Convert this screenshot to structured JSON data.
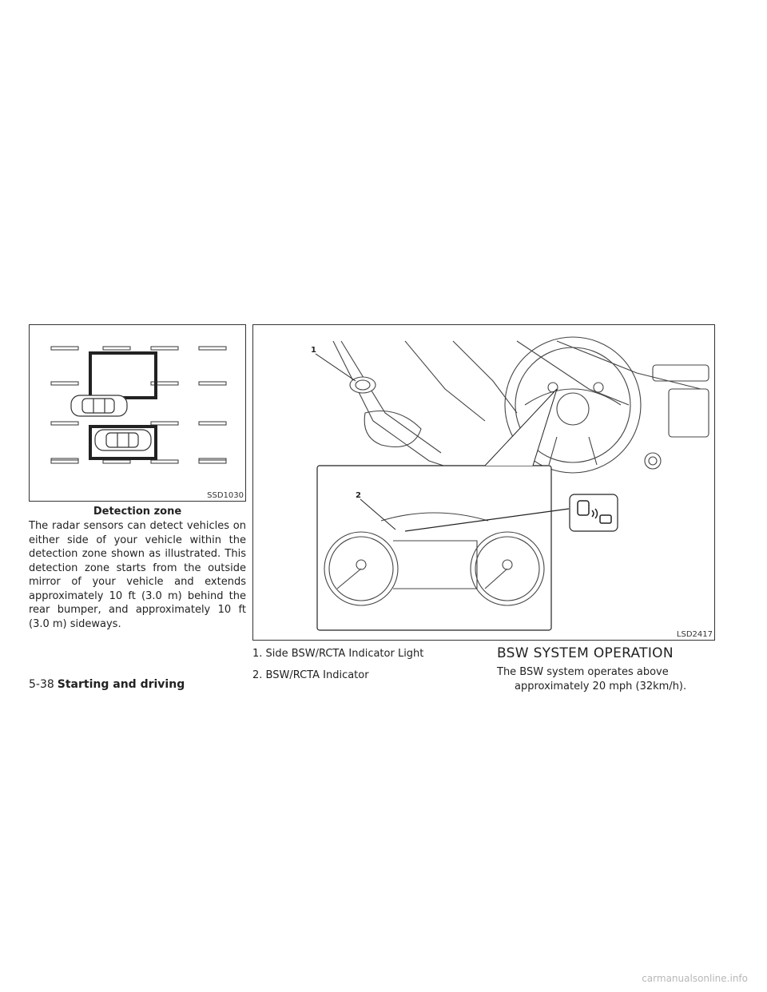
{
  "figure1": {
    "code": "SSD1030",
    "caption": "Detection zone"
  },
  "left_paragraph": "The radar sensors can detect vehicles on either side of your vehicle within the detection zone shown as illustrated. This detection zone starts from the outside mirror of your vehicle and extends approximately 10 ft (3.0 m) behind the rear bumper, and approximately 10 ft (3.0 m) sideways.",
  "figure2": {
    "code": "LSD2417",
    "callouts": [
      "1",
      "2"
    ]
  },
  "legend": [
    "1. Side BSW/RCTA Indicator Light",
    "2. BSW/RCTA Indicator"
  ],
  "section": {
    "heading": "BSW SYSTEM OPERATION",
    "paragraph": "The BSW system operates above approximately 20 mph (32km/h)."
  },
  "footer": {
    "page_number": "5-38",
    "chapter": "Starting and driving"
  },
  "watermark": "carmanualsonline.info"
}
